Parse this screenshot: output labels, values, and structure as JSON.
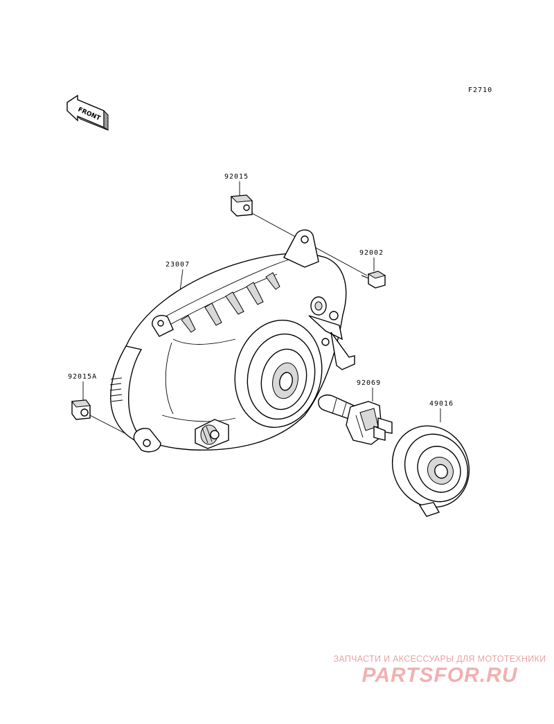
{
  "figure_code": "F2710",
  "front_arrow_text": "FRONT",
  "callouts": {
    "clip_top": "92015",
    "bolt": "92002",
    "headlight_assy": "23007",
    "clip_left": "92015A",
    "bulb": "92069",
    "bulb_cover": "49016"
  },
  "watermark": {
    "tagline": "ЗАПЧАСТИ И АКСЕССУАРЫ ДЛЯ МОТОТЕХНИКИ",
    "logo": "PARTSFOR.RU"
  }
}
